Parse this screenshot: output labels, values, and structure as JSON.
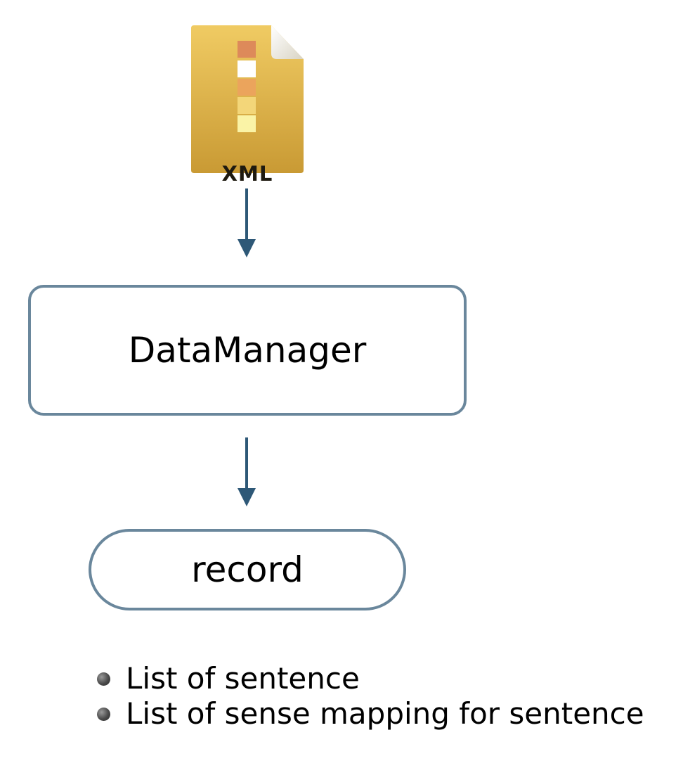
{
  "file_icon": {
    "label": "XML",
    "icon": "xml-file-icon"
  },
  "nodes": {
    "datamanager": {
      "label": "DataManager"
    },
    "record": {
      "label": "record"
    }
  },
  "record_contents": [
    "List of sentence",
    "List of sense mapping for sentence"
  ],
  "colors": {
    "arrow": "#2e5877",
    "box_border": "#6a879c",
    "file_gold": "#e3b84f"
  }
}
